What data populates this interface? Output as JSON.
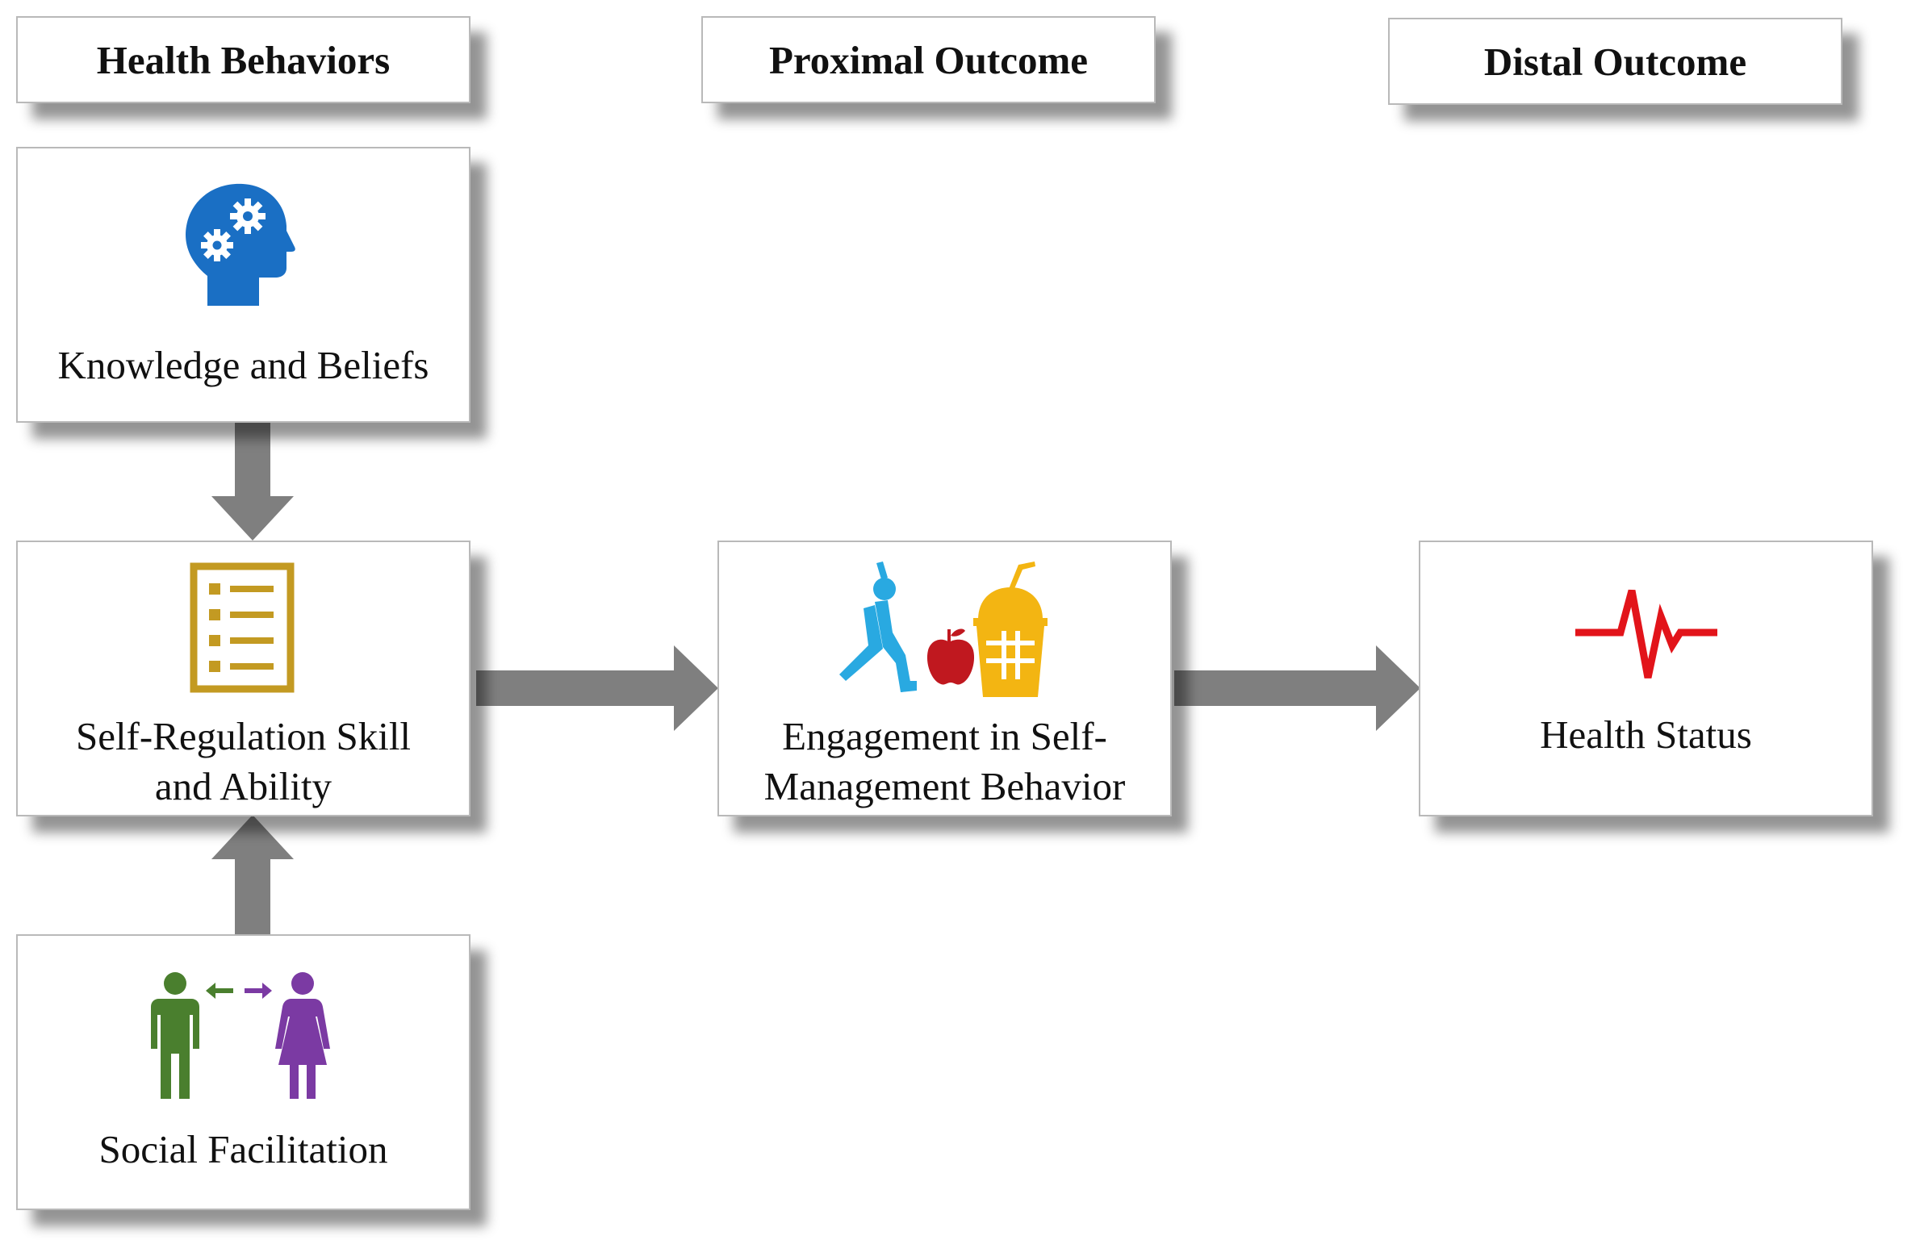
{
  "headers": {
    "health_behaviors": "Health Behaviors",
    "proximal_outcome": "Proximal Outcome",
    "distal_outcome": "Distal Outcome"
  },
  "nodes": {
    "knowledge": {
      "label": "Knowledge and Beliefs",
      "icon": "head-gears-icon",
      "color": "#1a6fc4"
    },
    "self_regulation": {
      "line1": "Self-Regulation Skill",
      "line2": "and Ability",
      "icon": "checklist-icon",
      "color": "#c39a22"
    },
    "social": {
      "label": "Social Facilitation",
      "icon": "people-exchange-icon",
      "colors": [
        "#4a7f2e",
        "#7b3aa3"
      ]
    },
    "engagement": {
      "line1": "Engagement in Self-",
      "line2": "Management Behavior",
      "icon": "exercise-food-drink-icon",
      "colors": [
        "#29a9e1",
        "#c0181f",
        "#f3b512"
      ]
    },
    "health_status": {
      "label": "Health Status",
      "icon": "heartbeat-icon",
      "color": "#e2141a"
    }
  },
  "arrow_color": "#7f7f7f"
}
